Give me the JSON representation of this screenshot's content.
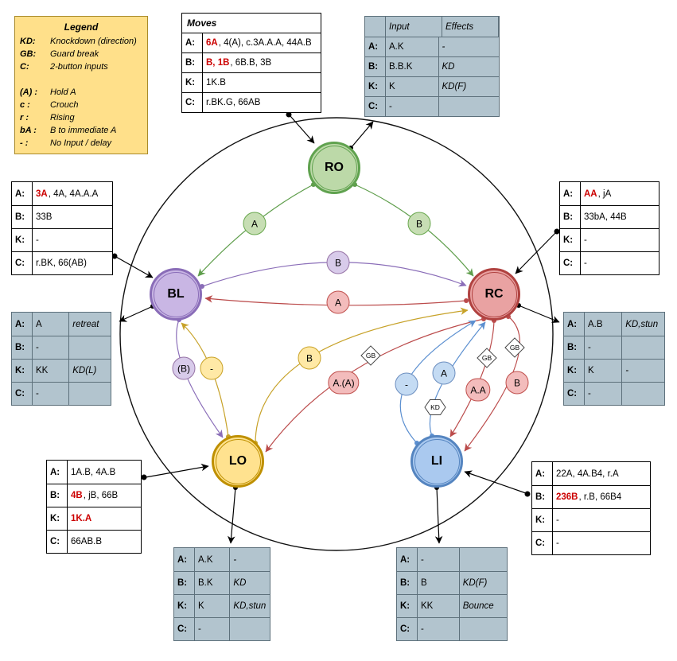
{
  "legend": {
    "title": "Legend",
    "rows": [
      {
        "term": "KD:",
        "desc": "Knockdown (direction)"
      },
      {
        "term": "GB:",
        "desc": "Guard break"
      },
      {
        "term": "C:",
        "desc": "2-button inputs"
      },
      {
        "term": "",
        "desc": ""
      },
      {
        "term": "(A) :",
        "desc": "Hold A"
      },
      {
        "term": "c :",
        "desc": "Crouch"
      },
      {
        "term": "r :",
        "desc": "Rising"
      },
      {
        "term": "bA :",
        "desc": "B to immediate A"
      },
      {
        "term": "- :",
        "desc": "No Input / delay"
      }
    ]
  },
  "tables": {
    "moves_ro": {
      "title": "Moves",
      "rows": [
        {
          "label": "A:",
          "red": "6A",
          "text": ", 4(A), c.3A.A.A, 44A.B"
        },
        {
          "label": "B:",
          "red": "B, 1B",
          "text": ", 6B.B, 3B"
        },
        {
          "label": "K:",
          "text": "1K.B"
        },
        {
          "label": "C:",
          "text": "r.BK.G, 66AB"
        }
      ]
    },
    "effects_ro": {
      "headers": [
        "Input",
        "Effects"
      ],
      "rows": [
        {
          "label": "A:",
          "input": "A.K",
          "effect": "-"
        },
        {
          "label": "B:",
          "input": "B.B.K",
          "effect": "KD"
        },
        {
          "label": "K:",
          "input": "K",
          "effect": "KD(F)"
        },
        {
          "label": "C:",
          "input": "-",
          "effect": ""
        }
      ]
    },
    "moves_bl": {
      "rows": [
        {
          "label": "A:",
          "red": "3A",
          "text": ", 4A, 4A.A.A"
        },
        {
          "label": "B:",
          "text": "33B"
        },
        {
          "label": "K:",
          "text": "-"
        },
        {
          "label": "C:",
          "text": "r.BK, 66(AB)"
        }
      ]
    },
    "moves_rc": {
      "rows": [
        {
          "label": "A:",
          "red": "AA",
          "text": ",  jA"
        },
        {
          "label": "B:",
          "text": "33bA, 44B"
        },
        {
          "label": "K:",
          "text": "-"
        },
        {
          "label": "C:",
          "text": "-"
        }
      ]
    },
    "effects_bl": {
      "rows": [
        {
          "label": "A:",
          "input": "A",
          "effect": "retreat"
        },
        {
          "label": "B:",
          "input": "-",
          "effect": ""
        },
        {
          "label": "K:",
          "input": "KK",
          "effect": "KD(L)"
        },
        {
          "label": "C:",
          "input": "-",
          "effect": ""
        }
      ]
    },
    "effects_rc": {
      "rows": [
        {
          "label": "A:",
          "input": "A.B",
          "effect": "KD,stun"
        },
        {
          "label": "B:",
          "input": "-",
          "effect": ""
        },
        {
          "label": "K:",
          "input": "K",
          "effect": "-"
        },
        {
          "label": "C:",
          "input": "-",
          "effect": ""
        }
      ]
    },
    "moves_lo": {
      "rows": [
        {
          "label": "A:",
          "text": "1A.B, 4A.B"
        },
        {
          "label": "B:",
          "red": "4B",
          "text": ", jB, 66B"
        },
        {
          "label": "K:",
          "red": "1K.A",
          "text": ""
        },
        {
          "label": "C:",
          "text": "66AB.B"
        }
      ]
    },
    "effects_lo": {
      "rows": [
        {
          "label": "A:",
          "input": "A.K",
          "effect": "-"
        },
        {
          "label": "B:",
          "input": "B.K",
          "effect": "KD"
        },
        {
          "label": "K:",
          "input": "K",
          "effect": "KD,stun"
        },
        {
          "label": "C:",
          "input": "-",
          "effect": ""
        }
      ]
    },
    "effects_li": {
      "rows": [
        {
          "label": "A:",
          "input": "-",
          "effect": ""
        },
        {
          "label": "B:",
          "input": "B",
          "effect": "KD(F)"
        },
        {
          "label": "K:",
          "input": "KK",
          "effect": "Bounce"
        },
        {
          "label": "C:",
          "input": "-",
          "effect": ""
        }
      ]
    },
    "moves_li": {
      "rows": [
        {
          "label": "A:",
          "text": "22A, 4A.B4, r.A"
        },
        {
          "label": "B:",
          "red": "236B",
          "text": ", r.B, 66B4"
        },
        {
          "label": "K:",
          "text": "-"
        },
        {
          "label": "C:",
          "text": "-"
        }
      ]
    }
  },
  "nodes": [
    {
      "label": "RO",
      "color": "#60a24f"
    },
    {
      "label": "BL",
      "color": "#8a6db8"
    },
    {
      "label": "RC",
      "color": "#b04240"
    },
    {
      "label": "LO",
      "color": "#bf9000"
    },
    {
      "label": "LI",
      "color": "#5585c0"
    }
  ],
  "transitions": [
    {
      "label": "A",
      "color": "#6aa84f"
    },
    {
      "label": "B",
      "color": "#6aa84f"
    },
    {
      "label": "B",
      "color": "#9673a6"
    },
    {
      "label": "A",
      "color": "#c0504d"
    },
    {
      "label": "(B)",
      "color": "#9673a6"
    },
    {
      "label": "-",
      "color": "#c9a227"
    },
    {
      "label": "B",
      "color": "#c9a227"
    },
    {
      "label": "A.(A)",
      "color": "#c0504d"
    },
    {
      "label": "-",
      "color": "#6c8ebf"
    },
    {
      "label": "A",
      "color": "#6c8ebf"
    },
    {
      "label": "A.A",
      "color": "#c0504d"
    },
    {
      "label": "B",
      "color": "#c0504d"
    }
  ],
  "badges": [
    {
      "label": "GB",
      "shape": "diamond"
    },
    {
      "label": "GB",
      "shape": "diamond"
    },
    {
      "label": "GB",
      "shape": "diamond"
    },
    {
      "label": "KD",
      "shape": "hexagon"
    }
  ]
}
